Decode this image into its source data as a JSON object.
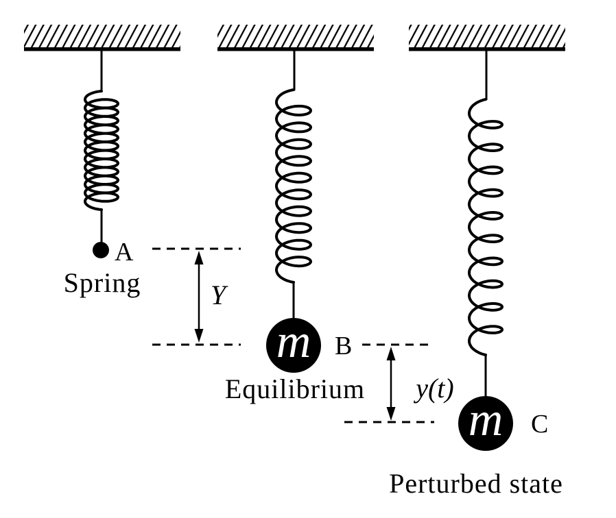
{
  "diagram": {
    "type": "spring-mass-states",
    "states": [
      {
        "id": "natural",
        "point_label": "A",
        "caption": "Spring"
      },
      {
        "id": "equilibrium",
        "point_label": "B",
        "caption": "Equilibrium",
        "mass_label": "m"
      },
      {
        "id": "perturbed",
        "point_label": "C",
        "caption": "Perturbed state",
        "mass_label": "m"
      }
    ],
    "measurements": {
      "natural_to_equilibrium": "Y",
      "equilibrium_to_perturbed": "y(t)"
    },
    "colors": {
      "ink": "#000000",
      "background": "#ffffff",
      "mass_fill": "#000000",
      "mass_label_color": "#ffffff"
    }
  }
}
